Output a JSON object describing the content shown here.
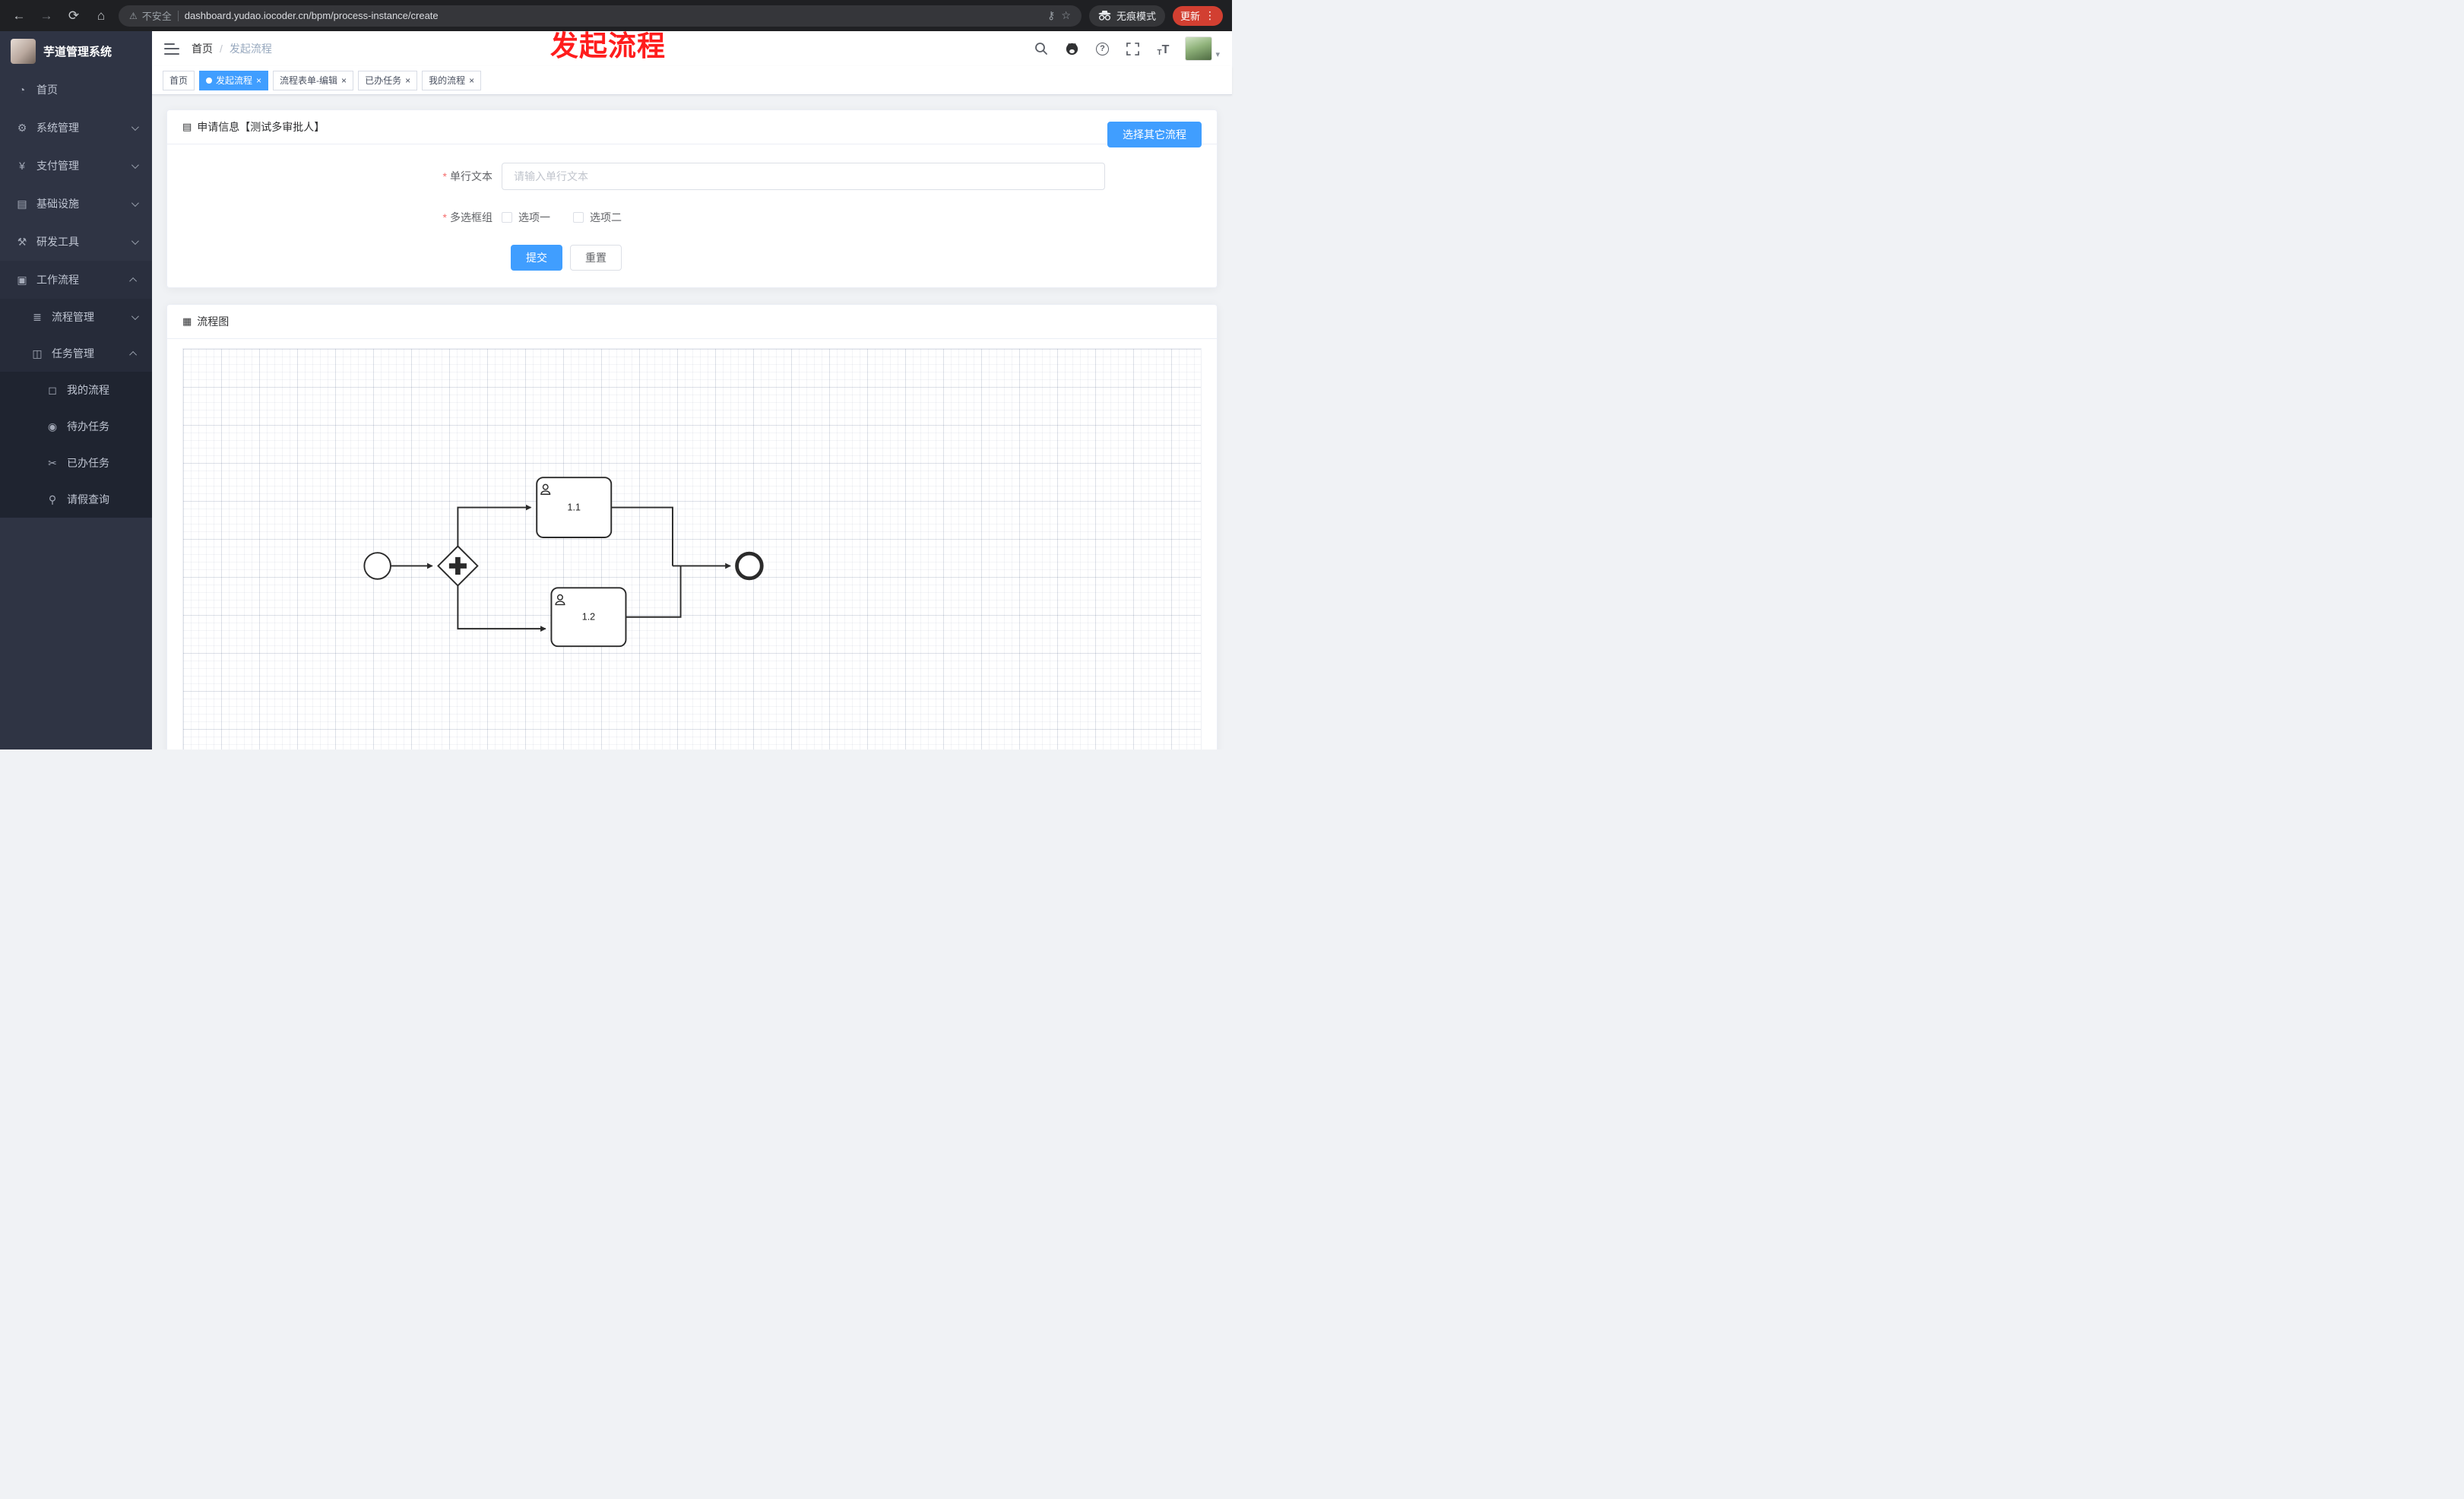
{
  "browser": {
    "security_label": "不安全",
    "url": "dashboard.yudao.iocoder.cn/bpm/process-instance/create",
    "incognito_label": "无痕模式",
    "update_label": "更新"
  },
  "annotation": {
    "text": "发起流程"
  },
  "glyphs": {
    "back": "←",
    "forward": "→",
    "reload": "⟳",
    "home": "⌂",
    "warning": "⚠",
    "key": "⚷",
    "star": "☆",
    "kebab": "⋮",
    "close": "×",
    "caret": "▾",
    "help": "?",
    "fontsize_big": "T",
    "fontsize_small": "T",
    "doc": "▤",
    "flow": "▦"
  },
  "sidebar": {
    "logo_title": "芋道管理系统",
    "items": [
      {
        "icon": "◔",
        "label": "首页"
      },
      {
        "icon": "⚙",
        "label": "系统管理"
      },
      {
        "icon": "¥",
        "label": "支付管理"
      },
      {
        "icon": "▤",
        "label": "基础设施"
      },
      {
        "icon": "⚒",
        "label": "研发工具"
      },
      {
        "icon": "▣",
        "label": "工作流程"
      }
    ],
    "submenu": [
      {
        "icon": "≣",
        "label": "流程管理"
      },
      {
        "icon": "◫",
        "label": "任务管理"
      }
    ],
    "subsubmenu": [
      {
        "icon": "◻",
        "label": "我的流程"
      },
      {
        "icon": "◉",
        "label": "待办任务"
      },
      {
        "icon": "✂",
        "label": "已办任务"
      },
      {
        "icon": "⚲",
        "label": "请假查询"
      }
    ]
  },
  "header": {
    "breadcrumb_home": "首页",
    "breadcrumb_sep": "/",
    "breadcrumb_current": "发起流程"
  },
  "tabs": [
    {
      "label": "首页"
    },
    {
      "label": "发起流程"
    },
    {
      "label": "流程表单-编辑"
    },
    {
      "label": "已办任务"
    },
    {
      "label": "我的流程"
    }
  ],
  "form_card": {
    "title": "申请信息【测试多审批人】",
    "choose_other_button": "选择其它流程",
    "field_text": {
      "label": "单行文本",
      "placeholder": "请输入单行文本"
    },
    "field_checkbox": {
      "label": "多选框组",
      "options": [
        {
          "label": "选项一"
        },
        {
          "label": "选项二"
        }
      ]
    },
    "submit_label": "提交",
    "reset_label": "重置"
  },
  "diagram_card": {
    "title": "流程图",
    "task1_label": "1.1",
    "task2_label": "1.2"
  },
  "colors": {
    "accent": "#409eff",
    "danger": "#f56c6c",
    "annotation": "#ff1d1d",
    "sidebar_bg": "#2f3444",
    "chrome_bg": "#1f2023"
  }
}
